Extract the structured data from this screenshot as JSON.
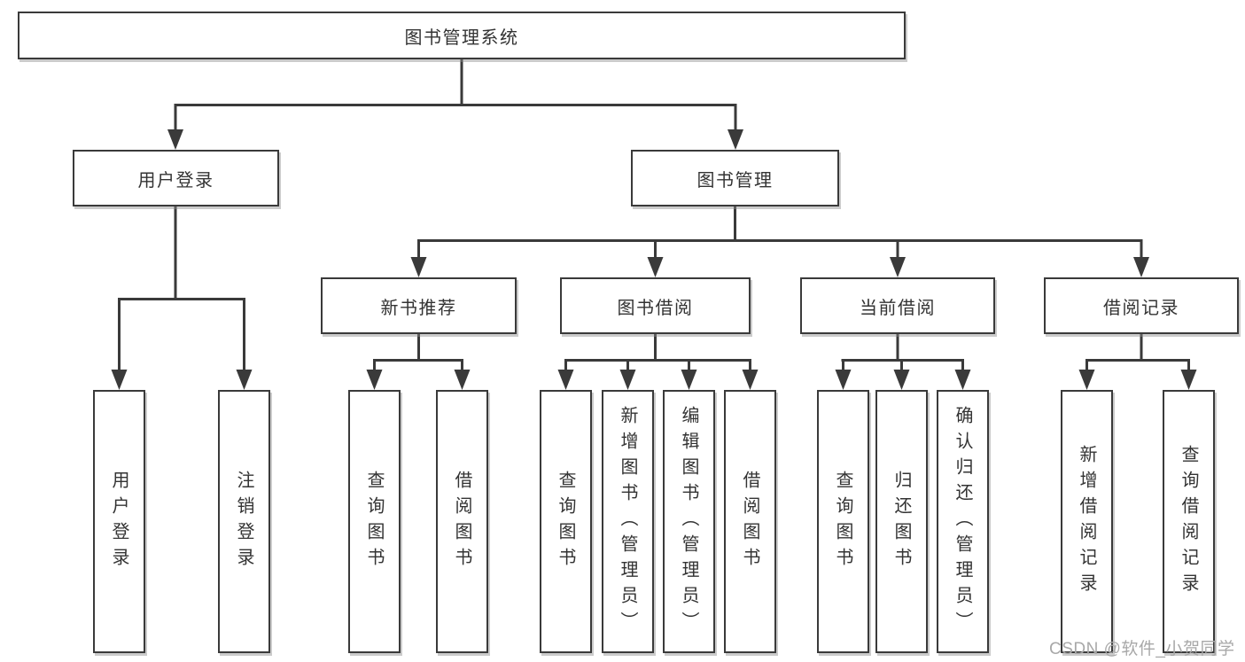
{
  "tree": {
    "label": "图书管理系统",
    "children": [
      {
        "label": "用户登录",
        "children": [
          {
            "label": "用户登录"
          },
          {
            "label": "注销登录"
          }
        ]
      },
      {
        "label": "图书管理",
        "children": [
          {
            "label": "新书推荐",
            "children": [
              {
                "label": "查询图书"
              },
              {
                "label": "借阅图书"
              }
            ]
          },
          {
            "label": "图书借阅",
            "children": [
              {
                "label": "查询图书"
              },
              {
                "label": "新增图书（管理员）"
              },
              {
                "label": "编辑图书（管理员）"
              },
              {
                "label": "借阅图书"
              }
            ]
          },
          {
            "label": "当前借阅",
            "children": [
              {
                "label": "查询图书"
              },
              {
                "label": "归还图书"
              },
              {
                "label": "确认归还（管理员）"
              }
            ]
          },
          {
            "label": "借阅记录",
            "children": [
              {
                "label": "新增借阅记录"
              },
              {
                "label": "查询借阅记录"
              }
            ]
          }
        ]
      }
    ]
  },
  "watermark": {
    "text": "CSDN @软件_小贺同学"
  },
  "colors": {
    "line": "#3a3a3a",
    "box_border": "#3a3a3a",
    "text": "#333333",
    "watermark": "#a8a8a8",
    "background": "#ffffff"
  }
}
